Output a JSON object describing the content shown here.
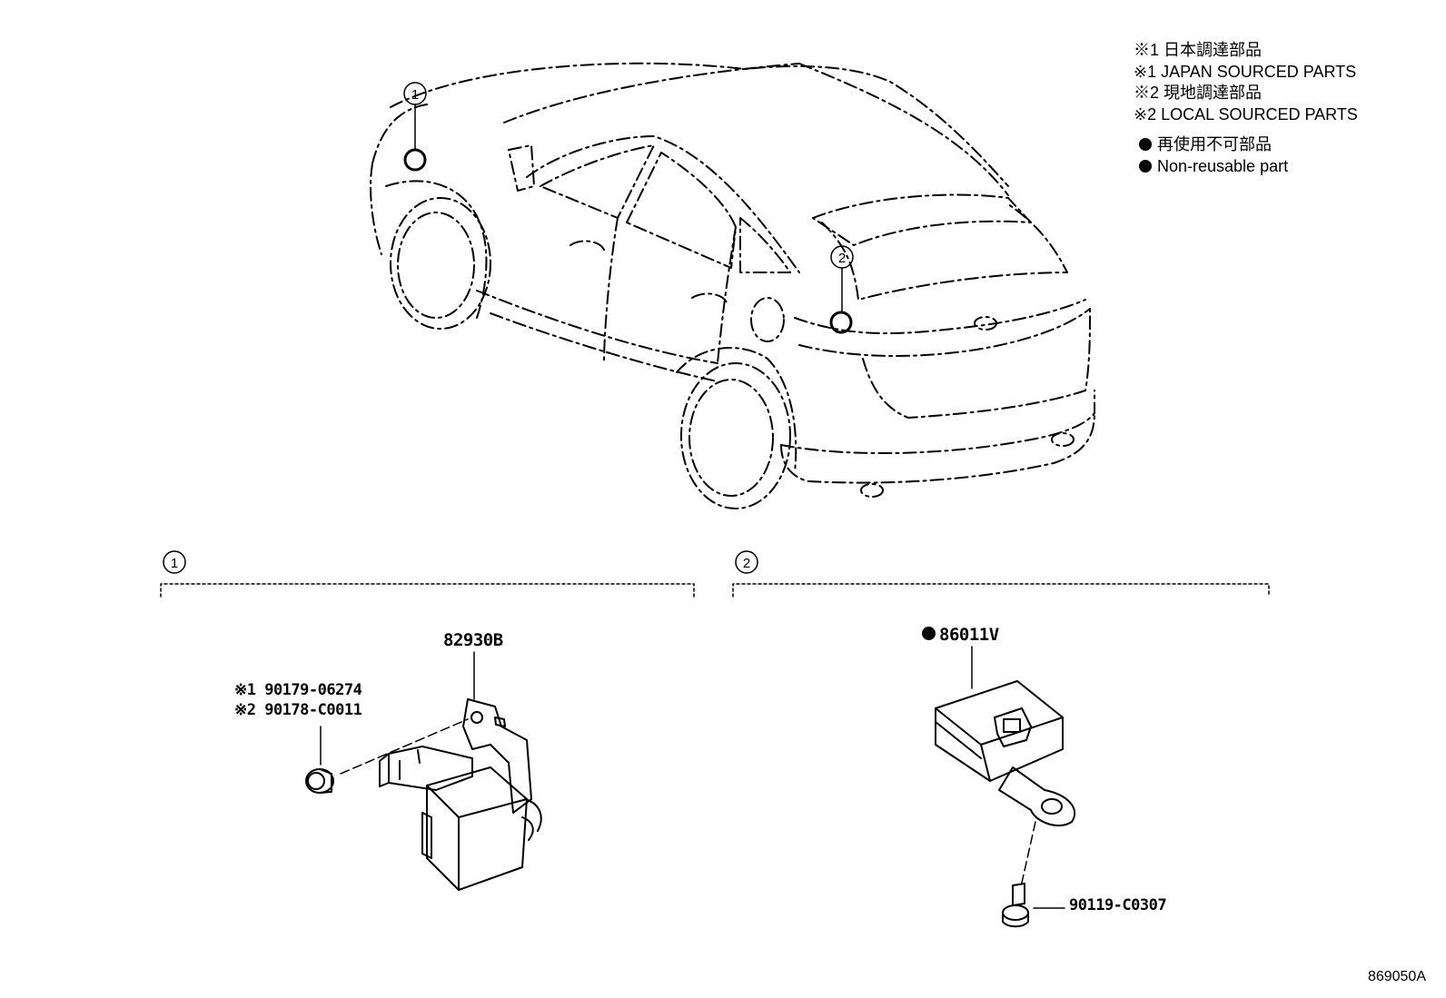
{
  "legend": {
    "line1": "※1 日本調達部品",
    "line2": "※1 JAPAN SOURCED PARTS",
    "line3": "※2 現地調達部品",
    "line4": "※2 LOCAL SOURCED PARTS",
    "line5": "再使用不可部品",
    "line6": "Non-reusable part"
  },
  "callouts": {
    "one": "1",
    "two": "2"
  },
  "section1": {
    "label": "1",
    "part_main": "82930B",
    "part_note1": "※1 90179-06274",
    "part_note2": "※2 90178-C0011"
  },
  "section2": {
    "label": "2",
    "part_main": "86011V",
    "part_bolt": "90119-C0307"
  },
  "drawing_id": "869050A"
}
